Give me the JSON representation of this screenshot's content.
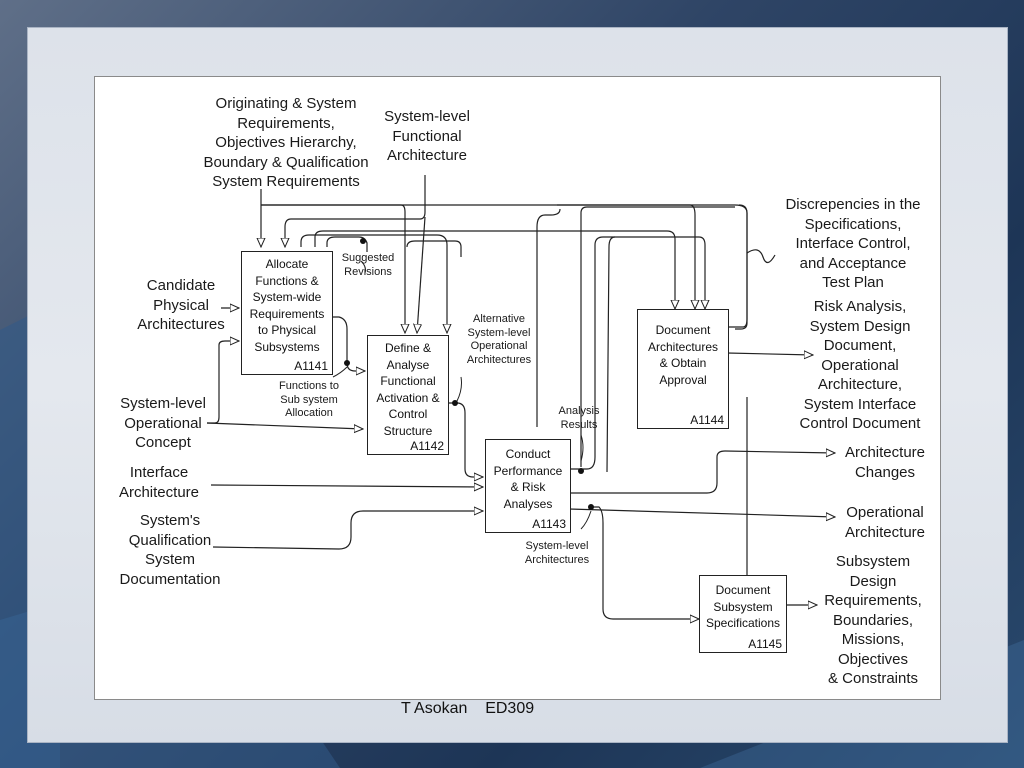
{
  "footer": "T Asokan    ED309",
  "boxes": {
    "a1141": {
      "label": "Allocate\nFunctions &\nSystem-wide\nRequirements\nto Physical\nSubsystems",
      "code": "A1141"
    },
    "a1142": {
      "label": "Define &\nAnalyse\nFunctional\nActivation &\nControl\nStructure",
      "code": "A1142"
    },
    "a1143": {
      "label": "Conduct\nPerformance\n& Risk\nAnalyses",
      "code": "A1143"
    },
    "a1144": {
      "label": "Document\nArchitectures\n& Obtain\nApproval",
      "code": "A1144"
    },
    "a1145": {
      "label": "Document\nSubsystem\nSpecifications",
      "code": "A1145"
    }
  },
  "labels": {
    "originating": "Originating & System\nRequirements,\nObjectives Hierarchy,\nBoundary & Qualification\nSystem Requirements",
    "sys_functional": "System-level\nFunctional\nArchitecture",
    "discrepancies": "Discrepencies in the\nSpecifications,\nInterface Control,\nand Acceptance\nTest Plan",
    "risk_analysis": "Risk Analysis,\nSystem Design\nDocument,\nOperational\nArchitecture,\nSystem Interface\nControl Document",
    "candidate": "Candidate\nPhysical\nArchitectures",
    "sys_operational": "System-level\nOperational\nConcept",
    "interface_arch": "Interface\nArchitecture",
    "qualification": "System's\nQualification\nSystem\nDocumentation",
    "arch_changes": "Architecture\nChanges",
    "operational_arch": "Operational\nArchitecture",
    "subsystem_design": "Subsystem\nDesign\nRequirements,\nBoundaries,\nMissions,\nObjectives\n& Constraints",
    "suggested": "Suggested\nRevisions",
    "functions_to": "Functions to\nSub system\nAllocation",
    "alternative": "Alternative\nSystem-level\nOperational\nArchitectures",
    "analysis_results": "Analysis\nResults",
    "sys_architectures": "System-level\nArchitectures"
  }
}
